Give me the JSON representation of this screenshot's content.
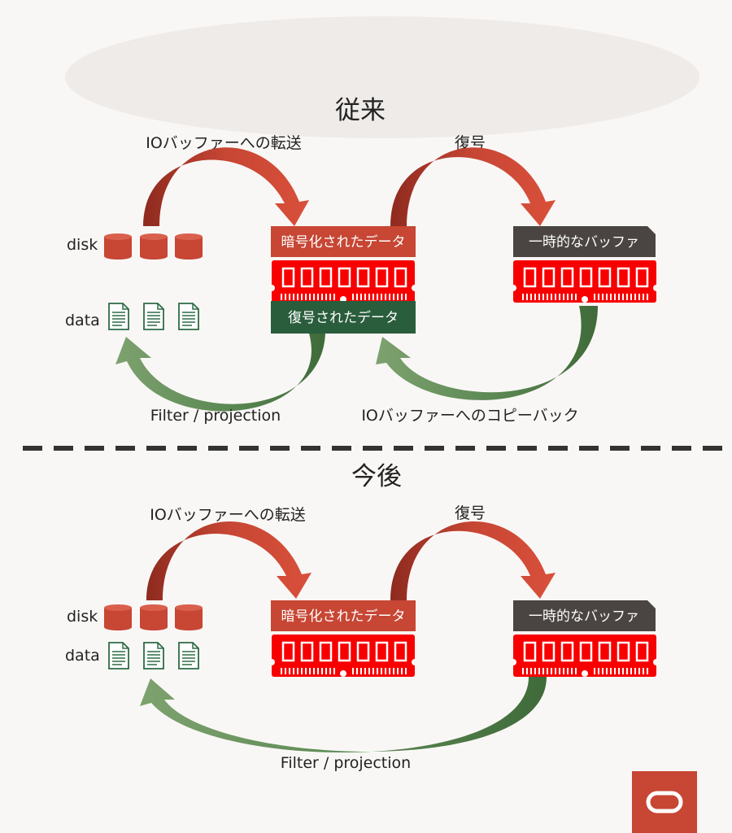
{
  "before": {
    "title": "従来",
    "transfer_label": "IOバッファーへの転送",
    "decrypt_label": "復号",
    "disk_label": "disk",
    "data_label": "data",
    "encrypted_box": "暗号化されたデータ",
    "decrypted_box": "復号されたデータ",
    "temp_buffer_box": "一時的なバッファ",
    "filter_label": "Filter / projection",
    "copyback_label": "IOバッファーへのコピーバック"
  },
  "after": {
    "title": "今後",
    "transfer_label": "IOバッファーへの転送",
    "decrypt_label": "復号",
    "disk_label": "disk",
    "data_label": "data",
    "encrypted_box": "暗号化されたデータ",
    "temp_buffer_box": "一時的なバッファ",
    "filter_label": "Filter / projection"
  },
  "colors": {
    "red": "#c74634",
    "chip": "#f80000",
    "green": "#2a5d3c",
    "arrow_green": "#5d8a55",
    "dark": "#4a4542"
  }
}
